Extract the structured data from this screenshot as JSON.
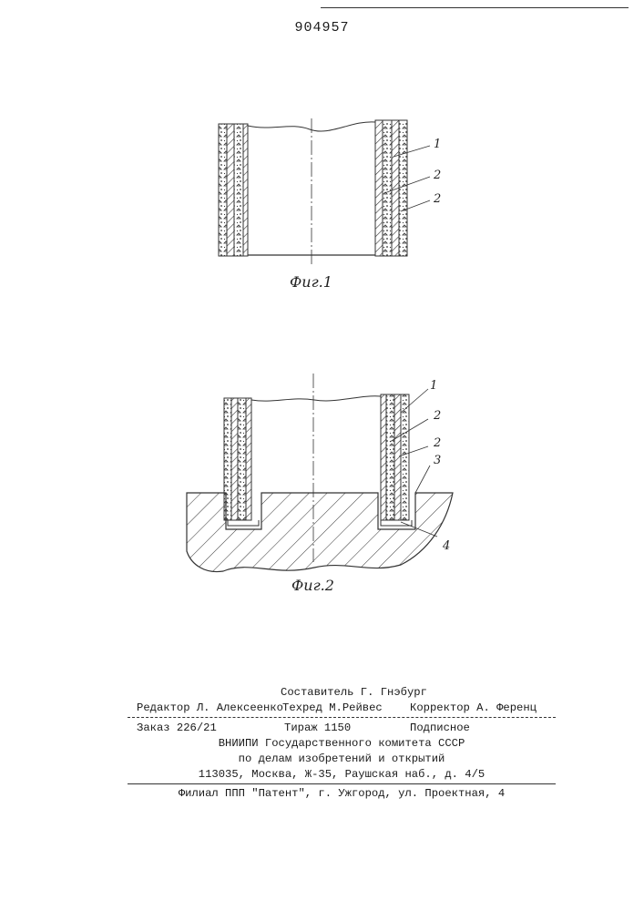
{
  "header": {
    "patent_number": "904957"
  },
  "figure1": {
    "caption": "Фиг.1",
    "labels": [
      "1",
      "2",
      "2"
    ]
  },
  "figure2": {
    "caption": "Фиг.2",
    "labels": [
      "1",
      "2",
      "2",
      "3",
      "4"
    ]
  },
  "imprint": {
    "compiler": "Составитель Г. Гнэбург",
    "editor": "Редактор Л. Алексеенко",
    "techred": "Техред М.Рейвес",
    "corrector": "Корректор А. Ференц",
    "order": "Заказ 226/21",
    "circulation": "Тираж  1150",
    "subscription": "Подписное",
    "org_line1": "ВНИИПИ Государственного комитета СССР",
    "org_line2": "по делам изобретений и открытий",
    "org_address": "113035, Москва, Ж-35, Раушская наб., д. 4/5",
    "branch": "Филиал ППП \"Патент\", г. Ужгород, ул. Проектная, 4"
  }
}
